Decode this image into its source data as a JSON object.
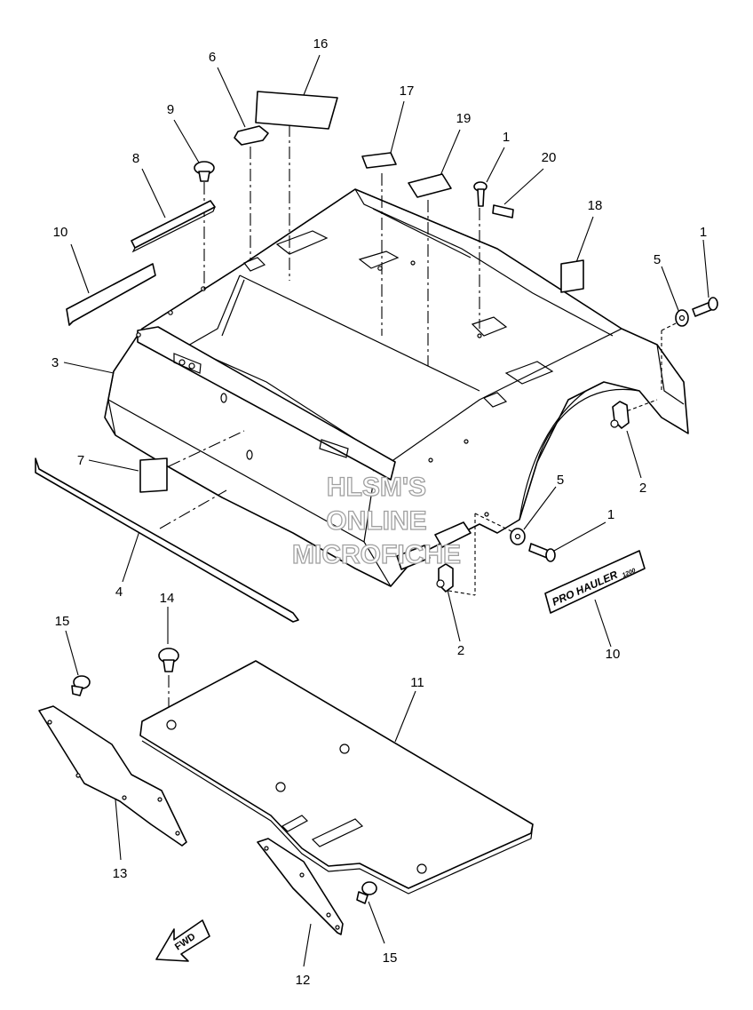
{
  "callouts": {
    "c16": "16",
    "c6": "6",
    "c9": "9",
    "c8": "8",
    "c17": "17",
    "c19": "19",
    "c1a": "1",
    "c20": "20",
    "c18": "18",
    "c10a": "10",
    "c3": "3",
    "c5a": "5",
    "c1b": "1",
    "c2a": "2",
    "c7": "7",
    "c5b": "5",
    "c1c": "1",
    "c4": "4",
    "c2b": "2",
    "c10b": "10",
    "c14": "14",
    "c15a": "15",
    "c11": "11",
    "c13": "13",
    "c15b": "15",
    "c12": "12"
  },
  "decal_text": "PRO HAULER",
  "decal_small": "1200",
  "fwd_label": "FWD",
  "watermark": {
    "line1": "HLSM'S",
    "line2": "ONLINE",
    "line3": "MICROFICHE"
  }
}
